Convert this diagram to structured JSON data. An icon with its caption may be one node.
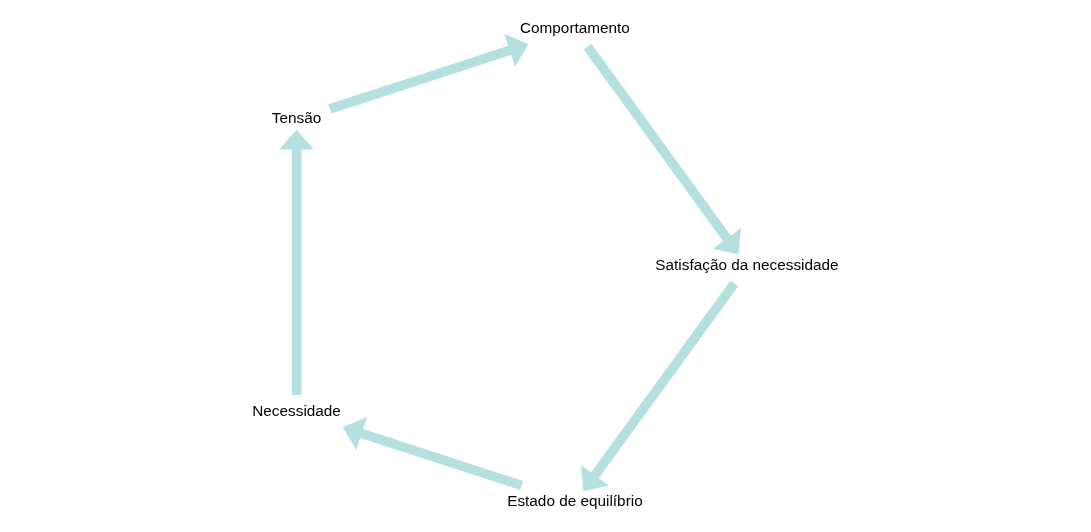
{
  "diagram": {
    "nodes": [
      {
        "text": [
          "Estado de equilíbrio"
        ]
      },
      {
        "text": [
          "Necessidade"
        ]
      },
      {
        "text": [
          "Tensão"
        ]
      },
      {
        "text": [
          "Comportamento"
        ]
      },
      {
        "text": [
          "Satisfação da necessidade"
        ]
      }
    ],
    "edges": [
      {
        "from": 0,
        "to": 1,
        "arrow": "to"
      },
      {
        "from": 1,
        "to": 2,
        "arrow": "to"
      },
      {
        "from": 2,
        "to": 3,
        "arrow": "to"
      },
      {
        "from": 3,
        "to": 4,
        "arrow": "to"
      },
      {
        "from": 4,
        "to": 0,
        "arrow": "to"
      }
    ]
  }
}
